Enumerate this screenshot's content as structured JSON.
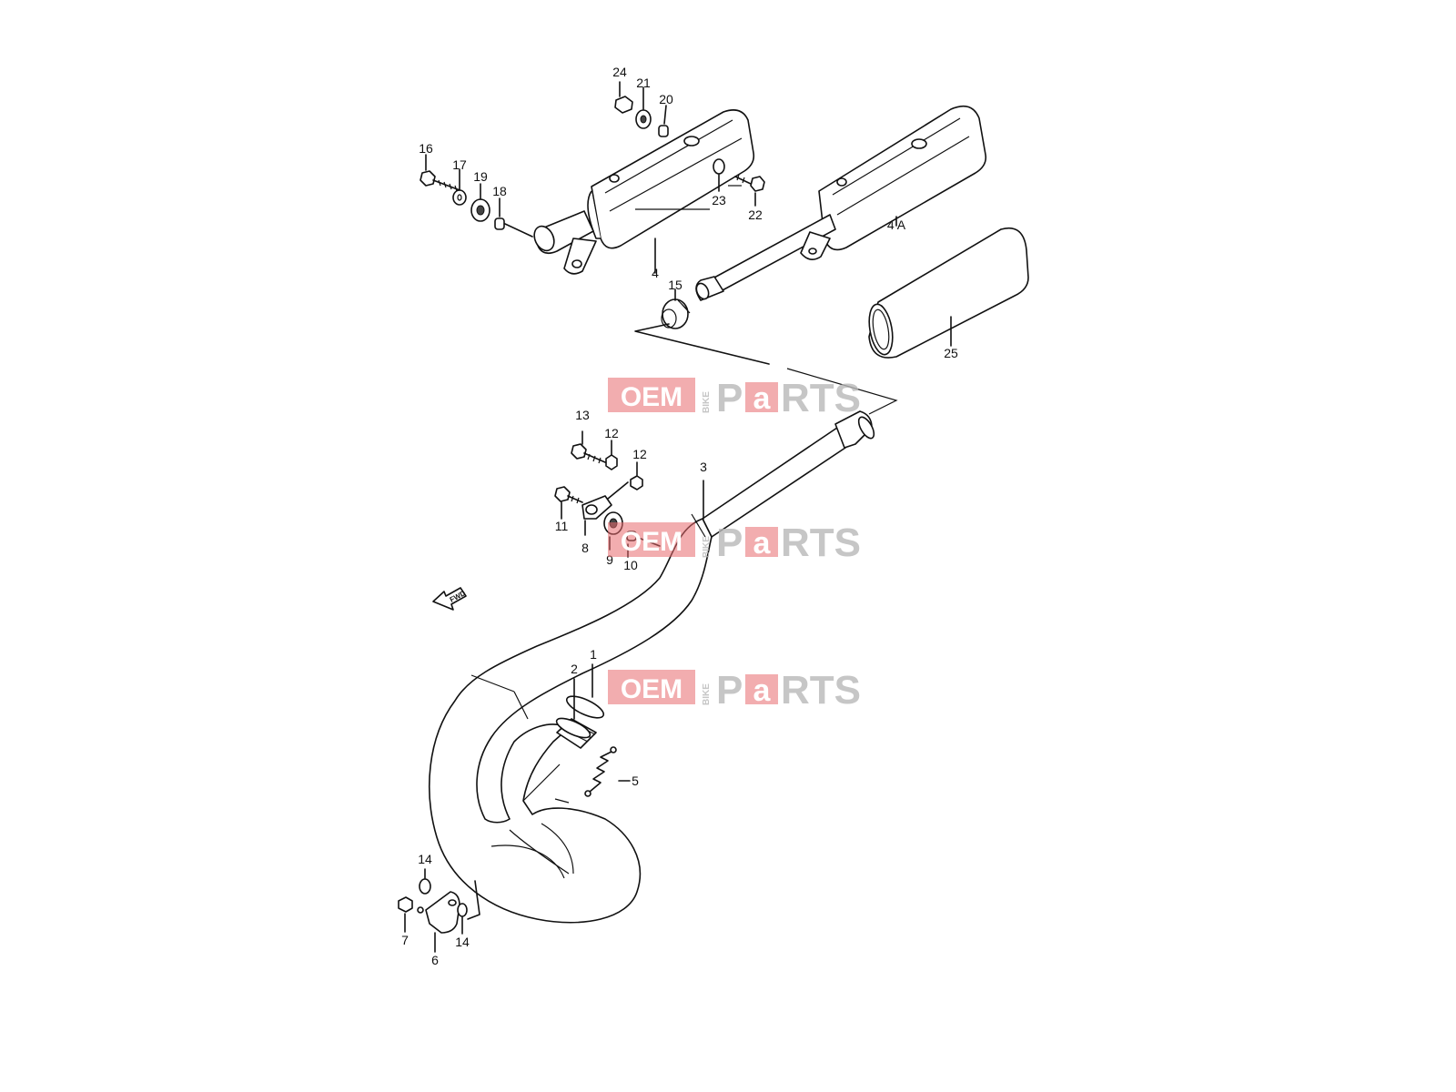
{
  "callouts": {
    "p1": "1",
    "p2": "2",
    "p3": "3",
    "p4": "4",
    "p4a": "4 A",
    "p5": "5",
    "p6": "6",
    "p7": "7",
    "p8": "8",
    "p9": "9",
    "p10": "10",
    "p11": "11",
    "p12a": "12",
    "p12b": "12",
    "p13": "13",
    "p14a": "14",
    "p14b": "14",
    "p15": "15",
    "p16": "16",
    "p17": "17",
    "p18": "18",
    "p19": "19",
    "p20": "20",
    "p21": "21",
    "p22": "22",
    "p23": "23",
    "p24": "24",
    "p25": "25"
  },
  "fwd_arrow": {
    "label": "FWD"
  },
  "watermark": {
    "oem": "OEM",
    "bike": "BIKE",
    "parts_p": "P",
    "parts_a": "a",
    "parts_rest": "RTS"
  },
  "colors": {
    "watermark_accent": "#e76a6e",
    "line": "#111111"
  }
}
